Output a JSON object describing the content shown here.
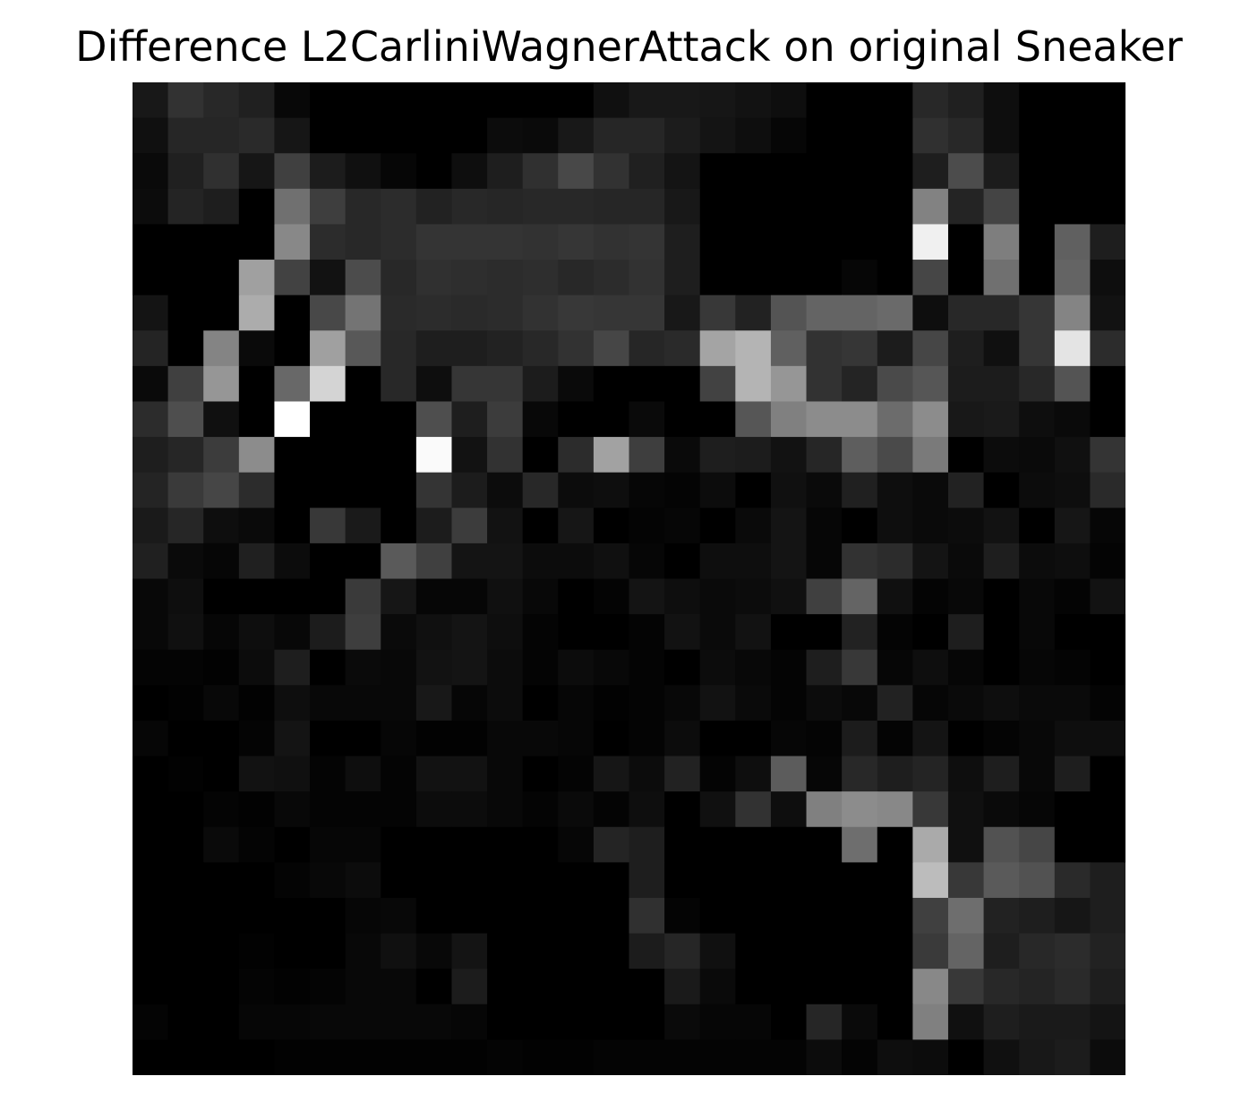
{
  "chart_data": {
    "type": "heatmap",
    "title": "Difference L2CarliniWagnerAttack on original Sneaker",
    "colormap": "gray",
    "axes_visible": false,
    "rows": 28,
    "cols": 28,
    "value_range": [
      0,
      255
    ],
    "values": [
      [
        24,
        50,
        40,
        32,
        8,
        0,
        0,
        0,
        0,
        0,
        0,
        0,
        0,
        16,
        24,
        24,
        22,
        18,
        14,
        0,
        0,
        0,
        40,
        32,
        14,
        0,
        0,
        0
      ],
      [
        16,
        38,
        38,
        42,
        22,
        0,
        0,
        0,
        0,
        0,
        12,
        10,
        24,
        38,
        38,
        28,
        20,
        14,
        6,
        0,
        0,
        0,
        48,
        40,
        14,
        0,
        0,
        0
      ],
      [
        10,
        32,
        48,
        22,
        64,
        28,
        16,
        6,
        0,
        14,
        30,
        48,
        72,
        50,
        32,
        20,
        0,
        0,
        0,
        0,
        0,
        0,
        30,
        76,
        28,
        0,
        0,
        0
      ],
      [
        12,
        36,
        30,
        0,
        112,
        62,
        40,
        44,
        34,
        40,
        38,
        40,
        40,
        38,
        38,
        24,
        0,
        0,
        0,
        0,
        0,
        0,
        130,
        36,
        68,
        0,
        0,
        0
      ],
      [
        0,
        0,
        0,
        0,
        136,
        44,
        40,
        44,
        52,
        52,
        52,
        50,
        54,
        50,
        52,
        30,
        0,
        0,
        0,
        0,
        0,
        0,
        240,
        0,
        126,
        0,
        96,
        30
      ],
      [
        0,
        0,
        0,
        160,
        66,
        18,
        76,
        40,
        48,
        46,
        44,
        46,
        40,
        44,
        50,
        30,
        0,
        0,
        0,
        0,
        6,
        0,
        70,
        0,
        112,
        0,
        100,
        14
      ],
      [
        20,
        0,
        0,
        172,
        0,
        72,
        116,
        42,
        44,
        42,
        44,
        50,
        56,
        54,
        54,
        24,
        56,
        34,
        84,
        100,
        100,
        106,
        14,
        40,
        40,
        54,
        132,
        18
      ],
      [
        36,
        0,
        132,
        10,
        0,
        160,
        88,
        40,
        30,
        30,
        34,
        40,
        50,
        70,
        38,
        42,
        164,
        180,
        96,
        50,
        54,
        28,
        70,
        30,
        16,
        54,
        228,
        44
      ],
      [
        10,
        64,
        150,
        0,
        104,
        212,
        0,
        40,
        14,
        54,
        54,
        28,
        10,
        0,
        0,
        0,
        66,
        180,
        150,
        50,
        36,
        74,
        86,
        28,
        28,
        40,
        84,
        0
      ],
      [
        44,
        78,
        16,
        0,
        255,
        0,
        0,
        0,
        78,
        30,
        60,
        8,
        0,
        0,
        10,
        0,
        0,
        86,
        128,
        140,
        140,
        108,
        140,
        24,
        26,
        14,
        10,
        0
      ],
      [
        30,
        38,
        60,
        140,
        0,
        0,
        0,
        0,
        250,
        18,
        50,
        0,
        44,
        162,
        62,
        10,
        30,
        28,
        18,
        38,
        94,
        74,
        122,
        0,
        12,
        10,
        16,
        52
      ],
      [
        36,
        58,
        70,
        44,
        0,
        0,
        0,
        0,
        52,
        28,
        12,
        40,
        12,
        14,
        6,
        4,
        12,
        0,
        16,
        10,
        32,
        14,
        10,
        34,
        0,
        12,
        14,
        42
      ],
      [
        26,
        38,
        14,
        10,
        0,
        56,
        26,
        0,
        28,
        60,
        18,
        0,
        22,
        0,
        4,
        6,
        0,
        10,
        20,
        6,
        0,
        14,
        10,
        12,
        18,
        0,
        22,
        6
      ],
      [
        32,
        10,
        6,
        32,
        12,
        0,
        0,
        90,
        64,
        20,
        20,
        12,
        12,
        16,
        6,
        0,
        14,
        14,
        20,
        6,
        50,
        44,
        20,
        10,
        30,
        12,
        14,
        4
      ],
      [
        8,
        14,
        0,
        0,
        0,
        0,
        58,
        22,
        6,
        6,
        16,
        8,
        0,
        4,
        20,
        14,
        10,
        12,
        16,
        64,
        100,
        16,
        4,
        8,
        0,
        8,
        4,
        18
      ],
      [
        8,
        16,
        6,
        14,
        8,
        28,
        62,
        10,
        16,
        20,
        14,
        4,
        0,
        0,
        4,
        18,
        10,
        18,
        0,
        0,
        34,
        4,
        0,
        30,
        0,
        8,
        0,
        0
      ],
      [
        4,
        4,
        2,
        12,
        30,
        0,
        10,
        8,
        18,
        20,
        12,
        4,
        12,
        8,
        4,
        0,
        12,
        8,
        4,
        30,
        56,
        6,
        14,
        6,
        0,
        6,
        4,
        0
      ],
      [
        0,
        2,
        8,
        2,
        14,
        8,
        8,
        8,
        24,
        6,
        12,
        0,
        6,
        2,
        4,
        8,
        18,
        10,
        4,
        12,
        8,
        34,
        6,
        10,
        14,
        10,
        10,
        4
      ],
      [
        6,
        0,
        0,
        4,
        20,
        0,
        0,
        6,
        2,
        2,
        8,
        8,
        6,
        0,
        4,
        12,
        0,
        0,
        6,
        4,
        28,
        4,
        20,
        0,
        4,
        8,
        14,
        14
      ],
      [
        0,
        2,
        0,
        18,
        16,
        4,
        14,
        4,
        18,
        18,
        8,
        0,
        4,
        22,
        12,
        34,
        4,
        14,
        92,
        6,
        40,
        30,
        36,
        14,
        30,
        8,
        30,
        0
      ],
      [
        0,
        0,
        4,
        2,
        8,
        4,
        4,
        4,
        12,
        12,
        8,
        4,
        10,
        4,
        14,
        0,
        16,
        50,
        14,
        128,
        140,
        136,
        56,
        16,
        10,
        6,
        0,
        0
      ],
      [
        0,
        0,
        10,
        4,
        0,
        6,
        6,
        0,
        0,
        0,
        0,
        0,
        6,
        36,
        30,
        0,
        0,
        0,
        0,
        0,
        110,
        0,
        170,
        16,
        82,
        70,
        0,
        0
      ],
      [
        0,
        0,
        0,
        0,
        4,
        8,
        12,
        0,
        0,
        0,
        0,
        0,
        0,
        0,
        30,
        0,
        0,
        0,
        0,
        0,
        0,
        0,
        188,
        56,
        90,
        82,
        42,
        30
      ],
      [
        0,
        0,
        0,
        0,
        0,
        0,
        6,
        8,
        0,
        0,
        0,
        0,
        0,
        0,
        48,
        4,
        0,
        0,
        0,
        0,
        0,
        0,
        64,
        110,
        34,
        30,
        22,
        30
      ],
      [
        0,
        0,
        0,
        2,
        0,
        0,
        8,
        16,
        8,
        20,
        0,
        0,
        0,
        0,
        28,
        38,
        16,
        0,
        0,
        0,
        0,
        0,
        58,
        100,
        30,
        40,
        44,
        34
      ],
      [
        0,
        0,
        0,
        4,
        2,
        4,
        8,
        8,
        0,
        28,
        0,
        0,
        0,
        0,
        0,
        26,
        10,
        0,
        0,
        0,
        0,
        0,
        136,
        56,
        40,
        36,
        42,
        30
      ],
      [
        4,
        0,
        0,
        6,
        6,
        8,
        8,
        8,
        8,
        6,
        0,
        0,
        0,
        0,
        0,
        10,
        6,
        6,
        0,
        38,
        10,
        0,
        128,
        16,
        30,
        26,
        26,
        20
      ],
      [
        0,
        0,
        0,
        0,
        2,
        2,
        2,
        2,
        2,
        2,
        4,
        2,
        2,
        4,
        4,
        4,
        4,
        4,
        4,
        12,
        4,
        14,
        12,
        0,
        16,
        24,
        28,
        12
      ]
    ]
  }
}
